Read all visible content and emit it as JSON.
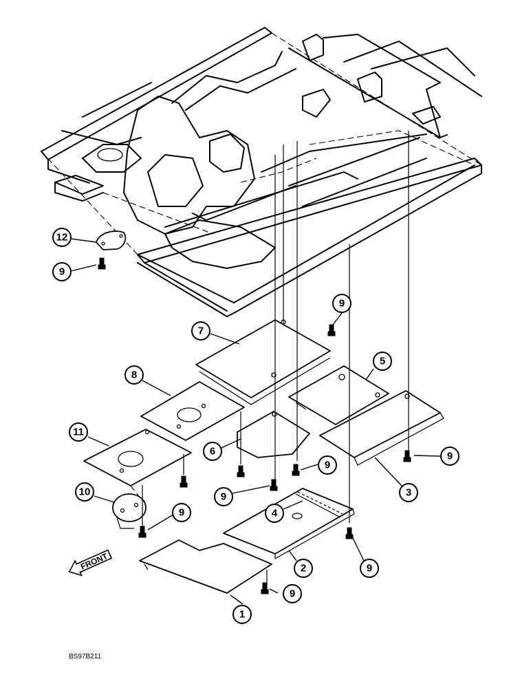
{
  "diagram": {
    "direction_label": "FRONT",
    "drawing_code": "BS97B211",
    "callouts": [
      "1",
      "2",
      "3",
      "4",
      "5",
      "6",
      "7",
      "8",
      "9",
      "10",
      "11",
      "12"
    ],
    "fastener_callout": "9"
  }
}
